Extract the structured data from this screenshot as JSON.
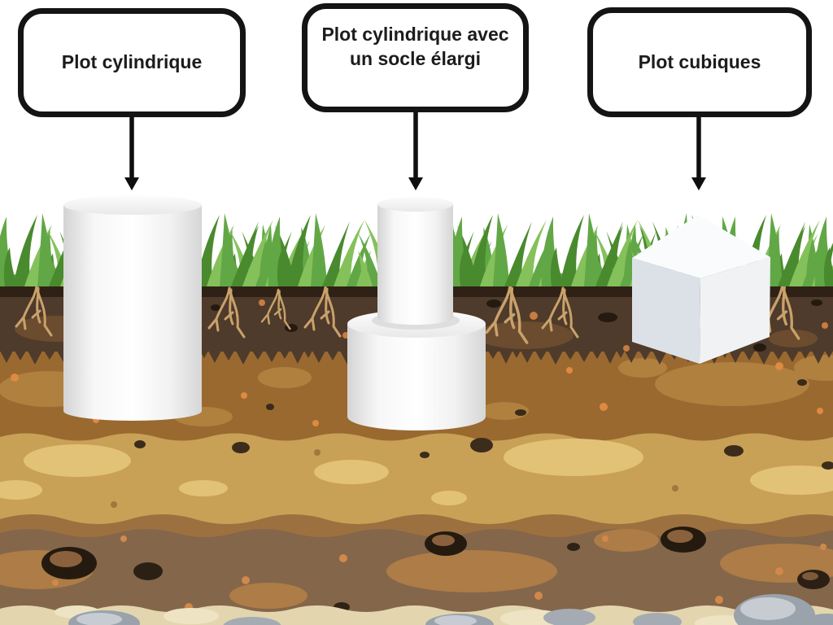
{
  "callouts": [
    {
      "label": "Plot cylindrique"
    },
    {
      "label": "Plot cylindrique avec un socle élargi"
    },
    {
      "label": "Plot cubiques"
    }
  ],
  "colors": {
    "outline": "#141414",
    "grass_dark": "#4a8a2e",
    "grass_mid": "#62a746",
    "grass_light": "#85c15b",
    "topsoil_edge": "#2f2115",
    "topsoil": "#4f3b2b",
    "soil_brown": "#9a6930",
    "soil_tan": "#c9a156",
    "soil_band": "#9d7040",
    "soil_graybrown": "#84664a",
    "soil_cream": "#e3d6ae",
    "concrete_light": "#ffffff",
    "concrete_shade": "#d6d6d6",
    "cube_left_face": "#dce1e8"
  }
}
